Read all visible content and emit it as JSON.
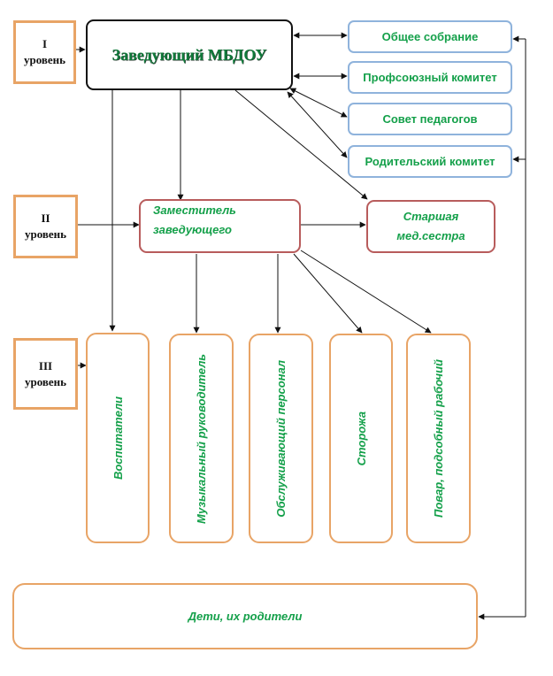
{
  "levels": [
    {
      "numeral": "I",
      "word": "уровень"
    },
    {
      "numeral": "II",
      "word": "уровень"
    },
    {
      "numeral": "III",
      "word": "уровень"
    }
  ],
  "head": "Заведующий МБДОУ",
  "councils": [
    "Общее собрание",
    "Профсоюзный комитет",
    "Совет педагогов",
    "Родительский комитет"
  ],
  "deputy": {
    "line1": "Заместитель",
    "line2": "заведующего"
  },
  "nurse": {
    "line1": "Старшая",
    "line2": "мед.сестра"
  },
  "staff": [
    "Воспитатели",
    "Музыкальный руководитель",
    "Обслуживающий персонал",
    "Сторожа",
    "Повар, подсобный рабочий"
  ],
  "children": "Дети, их родители",
  "colors": {
    "level_border": "#e8a466",
    "council_border": "#8fb3dc",
    "deputy_border": "#b85c5c",
    "text_green": "#14a04a"
  }
}
